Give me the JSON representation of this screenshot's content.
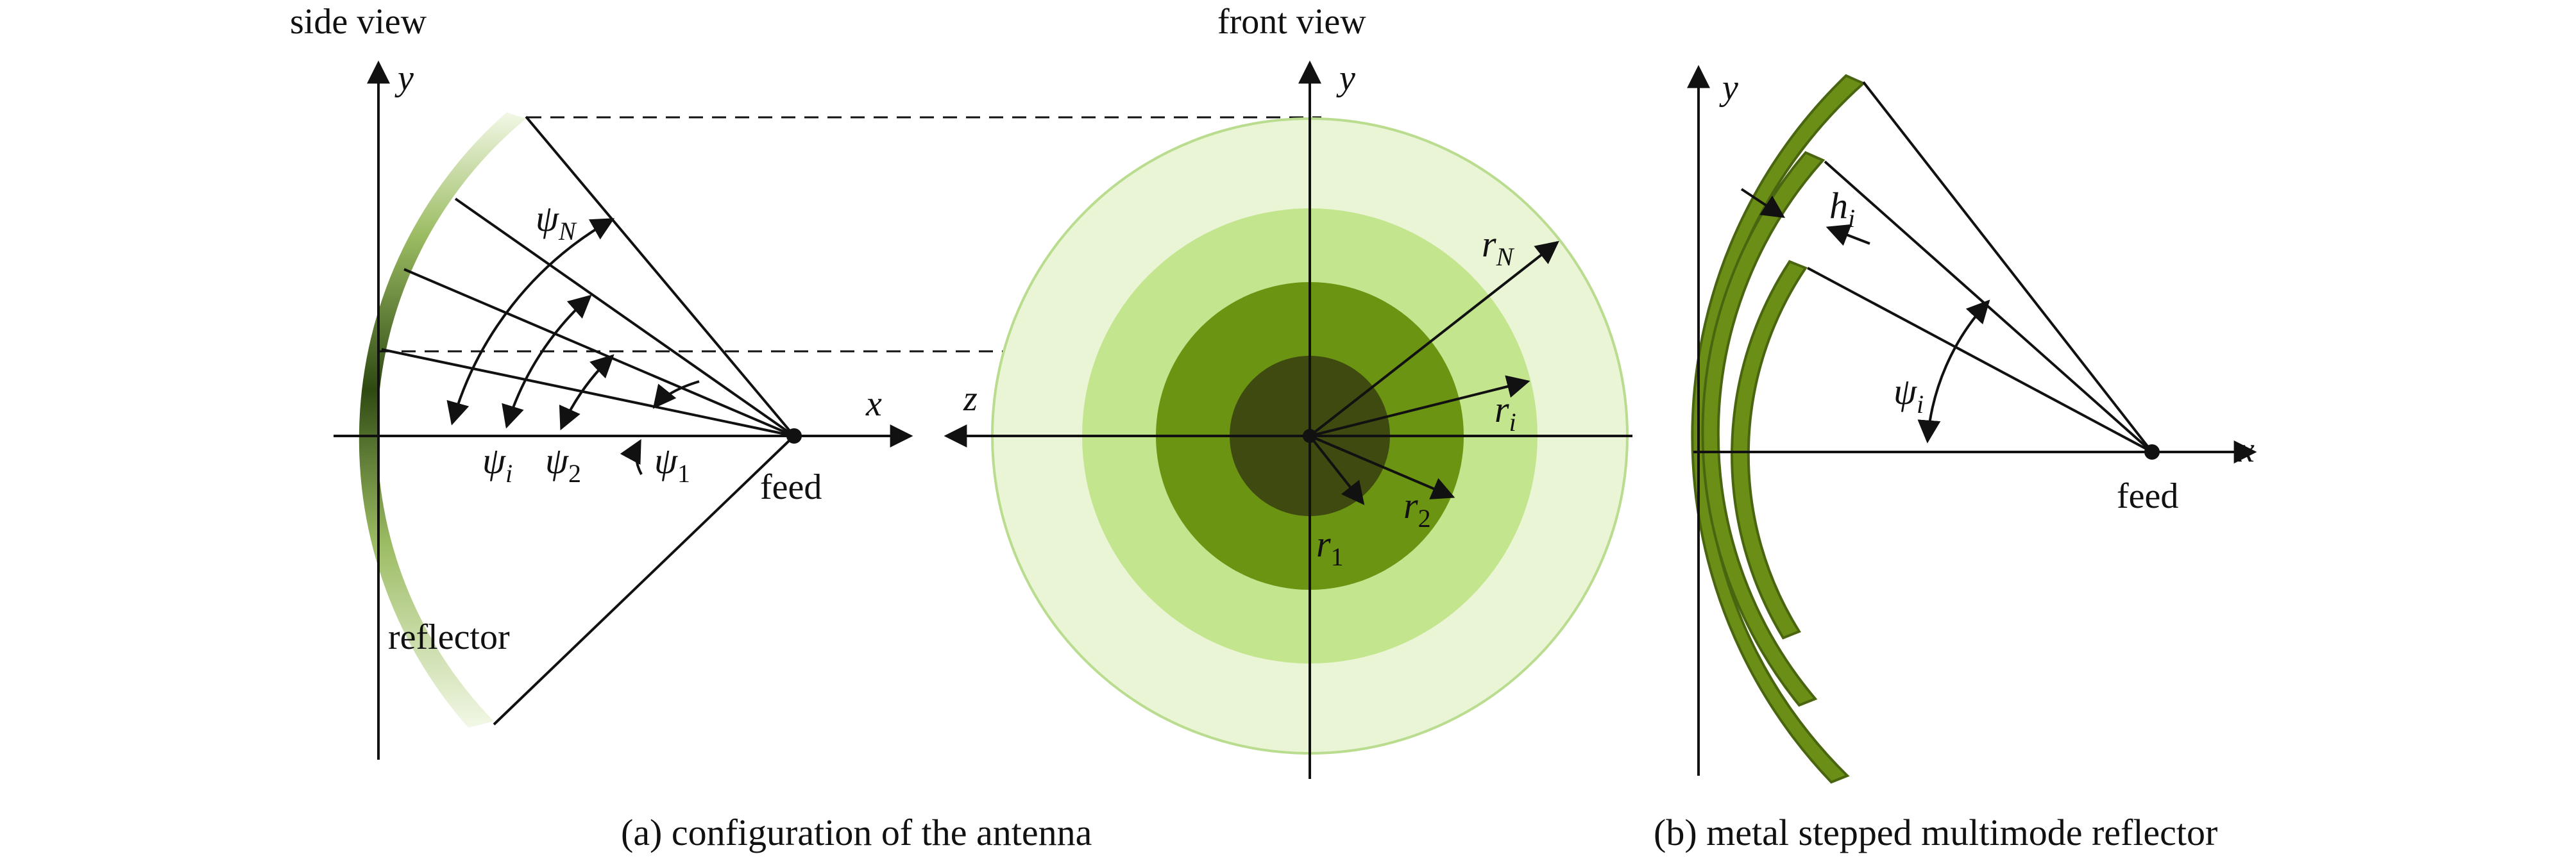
{
  "panel_a": {
    "side_view": {
      "title": "side view",
      "axis_x": "x",
      "axis_y": "y",
      "reflector_label": "reflector",
      "feed_label": "feed",
      "angles": [
        {
          "sym": "ψ",
          "sub": "N"
        },
        {
          "sym": "ψ",
          "sub": "i"
        },
        {
          "sym": "ψ",
          "sub": "2"
        },
        {
          "sym": "ψ",
          "sub": "1"
        }
      ]
    },
    "front_view": {
      "title": "front view",
      "axis_y": "y",
      "axis_z": "z",
      "radii": [
        {
          "sym": "r",
          "sub": "N"
        },
        {
          "sym": "r",
          "sub": "i"
        },
        {
          "sym": "r",
          "sub": "1"
        },
        {
          "sym": "r",
          "sub": "2"
        }
      ]
    },
    "caption": "(a) configuration of the antenna"
  },
  "panel_b": {
    "axis_x": "x",
    "axis_y": "y",
    "feed_label": "feed",
    "thickness": {
      "sym": "h",
      "sub": "i"
    },
    "angle": {
      "sym": "ψ",
      "sub": "i"
    },
    "caption": "(b) metal stepped multimode reflector"
  },
  "colors": {
    "ring_outer": "#eaf5d6",
    "ring_outer_edge": "#b9dc8f",
    "ring_2": "#c3e58e",
    "ring_3": "#6b9412",
    "ring_core": "#3f4a10",
    "reflector_metal": "#6b8f16",
    "reflector_edge": "#4a6510",
    "reflector_gradient_dark": "#2e4a12",
    "reflector_gradient_light": "#f2f8e6"
  }
}
